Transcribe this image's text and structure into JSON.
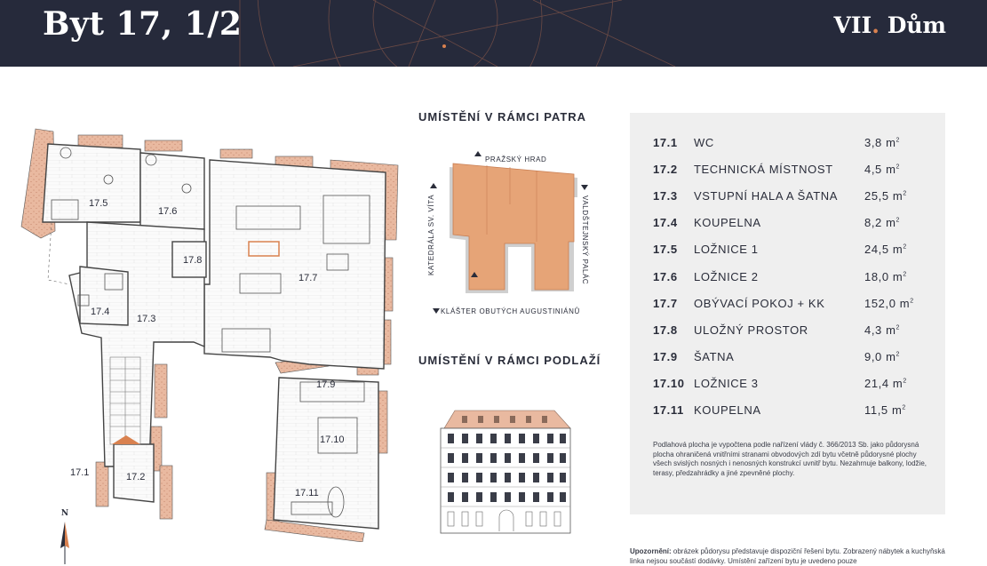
{
  "header": {
    "title": "Byt 17, 1/2",
    "brand_main": "VII",
    "brand_dot": ".",
    "brand_sub": "Dům"
  },
  "plan": {
    "labels": [
      "17.5",
      "17.6",
      "17.8",
      "17.7",
      "17.4",
      "17.3",
      "17.9",
      "17.10",
      "17.1",
      "17.2",
      "17.11"
    ],
    "north": "N"
  },
  "location_floor": {
    "title": "UMÍSTĚNÍ V RÁMCI PATRA",
    "north": "PRAŽSKÝ HRAD",
    "south": "KLÁŠTER OBUTÝCH AUGUSTINIÁNŮ",
    "west": "KATEDRÁLA SV. VÍTA",
    "east": "VALDŠTEJNSKÝ PALÁC"
  },
  "location_building": {
    "title": "UMÍSTĚNÍ V RÁMCI PODLAŽÍ"
  },
  "rooms": [
    {
      "num": "17.1",
      "name": "WC",
      "area": "3,8 m",
      "unit": "2"
    },
    {
      "num": "17.2",
      "name": "TECHNICKÁ MÍSTNOST",
      "area": "4,5 m",
      "unit": "2"
    },
    {
      "num": "17.3",
      "name": "VSTUPNÍ HALA A ŠATNA",
      "area": "25,5 m",
      "unit": "2"
    },
    {
      "num": "17.4",
      "name": "KOUPELNA",
      "area": "8,2 m",
      "unit": "2"
    },
    {
      "num": "17.5",
      "name": "LOŽNICE 1",
      "area": "24,5 m",
      "unit": "2"
    },
    {
      "num": "17.6",
      "name": "LOŽNICE 2",
      "area": "18,0 m",
      "unit": "2"
    },
    {
      "num": "17.7",
      "name": "OBÝVACÍ POKOJ + KK",
      "area": "152,0 m",
      "unit": "2"
    },
    {
      "num": "17.8",
      "name": "ULOŽNÝ PROSTOR",
      "area": "4,3 m",
      "unit": "2"
    },
    {
      "num": "17.9",
      "name": "ŠATNA",
      "area": "9,0 m",
      "unit": "2"
    },
    {
      "num": "17.10",
      "name": "LOŽNICE 3",
      "area": "21,4 m",
      "unit": "2"
    },
    {
      "num": "17.11",
      "name": "KOUPELNA",
      "area": "11,5 m",
      "unit": "2"
    }
  ],
  "note": "Podlahová plocha je vypočtena podle nařízení vlády č. 366/2013 Sb. jako půdorysná plocha ohraničená vnitřními stranami obvodových zdí bytu včetně půdorysné plochy všech svislých nosných i nenosných konstrukcí uvnitř bytu. Nezahrnuje balkony, lodžie, terasy, předzahrádky a jiné zpevněné plochy.",
  "warning": {
    "label": "Upozornění:",
    "text": " obrázek půdorysu představuje dispoziční řešení bytu. Zobrazený nábytek a kuchyňská linka nejsou součástí dodávky. Umístění zařízení bytu je uvedeno pouze"
  },
  "colors": {
    "header_bg": "#262a3b",
    "accent": "#d9814f",
    "wall_stone": "#e9b9a0",
    "panel_bg": "#efefef"
  }
}
